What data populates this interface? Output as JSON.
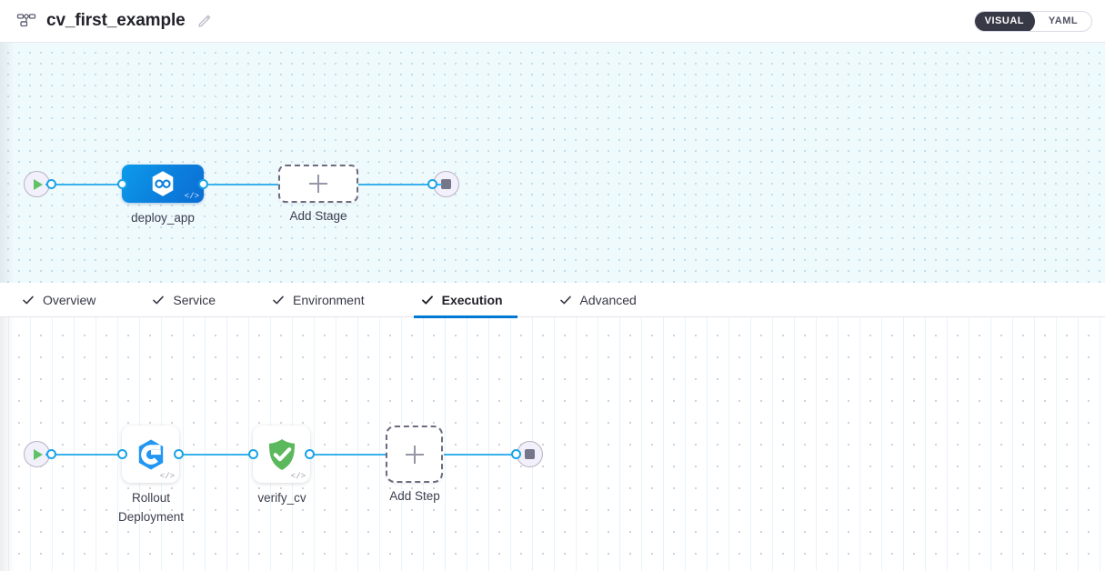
{
  "header": {
    "pipeline_icon": "pipeline-tree-icon",
    "title": "cv_first_example",
    "edit_icon": "pencil-edit-icon",
    "view_toggle": {
      "options": [
        {
          "label": "VISUAL",
          "active": true
        },
        {
          "label": "YAML",
          "active": false
        }
      ]
    }
  },
  "tabs": [
    {
      "label": "Overview",
      "icon": "check-icon",
      "active": false
    },
    {
      "label": "Service",
      "icon": "check-icon",
      "active": false
    },
    {
      "label": "Environment",
      "icon": "check-icon",
      "active": false
    },
    {
      "label": "Execution",
      "icon": "check-icon",
      "active": true
    },
    {
      "label": "Advanced",
      "icon": "check-icon",
      "active": false
    }
  ],
  "stage_canvas": {
    "start_node": {
      "name": "pipeline-start",
      "icon": "play-icon"
    },
    "end_node": {
      "name": "pipeline-end",
      "icon": "stop-icon"
    },
    "stages": [
      {
        "label": "deploy_app",
        "icon": "harness-hexagon-infinity-icon",
        "badge": "</>",
        "selected": true
      }
    ],
    "add_stage": {
      "label": "Add Stage",
      "icon": "plus-icon"
    }
  },
  "step_canvas": {
    "start_node": {
      "name": "execution-start",
      "icon": "play-icon"
    },
    "end_node": {
      "name": "execution-end",
      "icon": "stop-icon"
    },
    "steps": [
      {
        "label": "Rollout\nDeployment",
        "icon": "kubernetes-rollout-hexagon-icon",
        "badge": "</>"
      },
      {
        "label": "verify_cv",
        "icon": "green-shield-check-icon",
        "badge": "</>"
      }
    ],
    "add_step": {
      "label": "Add Step",
      "icon": "plus-icon"
    }
  },
  "colors": {
    "accent_blue": "#0278d5",
    "link_blue": "#38b1ec",
    "stage_blue": "#0b7fdd",
    "verify_green": "#4caf50",
    "toggle_dark": "#383946",
    "stage_canvas_bg": "#effafd",
    "step_canvas_bg": "#ffffff"
  }
}
